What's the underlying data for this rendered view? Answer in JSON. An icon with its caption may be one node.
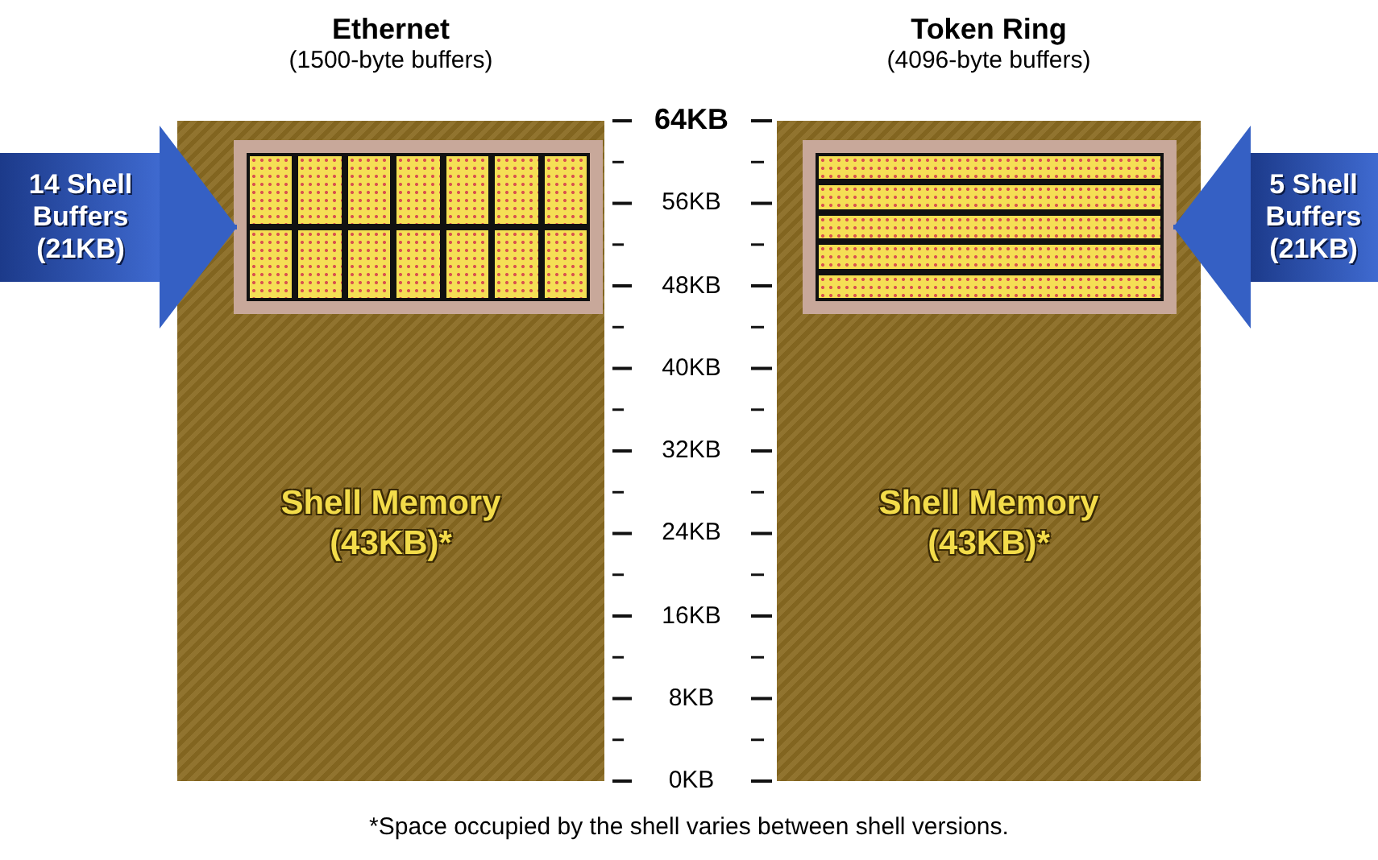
{
  "diagram": {
    "caption": "*Space occupied by the shell varies between shell versions.",
    "nodes": [
      {
        "text": [
          "Ethernet",
          "(1500-byte buffers)"
        ]
      },
      {
        "text": [],
        "shape": "box",
        "in": 0
      },
      {
        "text": [
          "Shell Memory (43KB)*"
        ],
        "in": 0
      },
      {
        "text": [
          "Token Ring",
          "(4096-byte buffers)"
        ]
      },
      {
        "text": [],
        "shape": "box",
        "in": 3
      },
      {
        "text": [
          "Shell Memory (43KB)*"
        ],
        "in": 3
      },
      {
        "text": [
          "14 Shell Buffers (21KB)"
        ]
      },
      {
        "text": [
          "5 Shell Buffers (21KB)"
        ]
      }
    ],
    "edges": [
      {
        "from": 6,
        "to": 1,
        "arrow": "to"
      },
      {
        "from": 7,
        "to": 4,
        "arrow": "to"
      }
    ],
    "labels": [
      "64KB",
      "56KB",
      "48KB",
      "40KB",
      "32KB",
      "24KB",
      "16KB",
      "8KB",
      "0KB"
    ]
  }
}
